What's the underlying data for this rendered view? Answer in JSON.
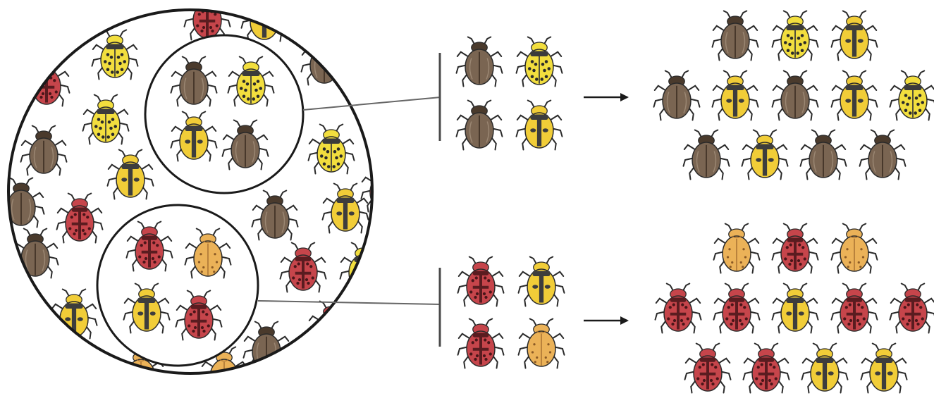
{
  "colors": {
    "brown": {
      "body": "#7a6552",
      "dark": "#3c2e22",
      "spot": "#3c2e22",
      "head": "#4a3a2c"
    },
    "yellow_black": {
      "body": "#f2de3e",
      "dark": "#3b3b3b",
      "spot": "#2a2a2a",
      "head": "#f2de3e"
    },
    "yellow_stripe": {
      "body": "#f1cd38",
      "dark": "#3d3d3d",
      "spot": "#3d3d3d",
      "head": "#f1cd38"
    },
    "red": {
      "body": "#c6454b",
      "dark": "#5a1c20",
      "spot": "#4a1519",
      "head": "#c6454b"
    },
    "orange": {
      "body": "#ebb258",
      "dark": "#a87333",
      "spot": "#8a5a25",
      "head": "#ebb258"
    },
    "line": "#1a1a1a",
    "connector": "#666666"
  },
  "icons": {
    "beetle": "beetle-icon",
    "arrow": "arrow-right-icon"
  },
  "population": {
    "beetles": [
      "yellow_black",
      "red",
      "yellow_stripe",
      "brown",
      "red",
      "yellow_black",
      "brown",
      "yellow_stripe",
      "yellow_black",
      "brown",
      "red",
      "brown",
      "yellow_stripe",
      "red",
      "brown",
      "red",
      "yellow_black",
      "yellow_stripe",
      "red",
      "orange",
      "brown",
      "orange",
      "yellow_stripe"
    ]
  },
  "groups": [
    {
      "id": "upper",
      "subset": [
        "brown",
        "yellow_black",
        "yellow_stripe",
        "brown"
      ],
      "sample": [
        "brown",
        "yellow_black",
        "brown",
        "yellow_stripe"
      ],
      "offspring": [
        [
          "brown",
          "yellow_black",
          "yellow_stripe"
        ],
        [
          "brown",
          "yellow_stripe",
          "brown",
          "yellow_stripe",
          "yellow_black"
        ],
        [
          "brown",
          "yellow_stripe",
          "brown",
          "brown"
        ]
      ]
    },
    {
      "id": "lower",
      "subset": [
        "red",
        "orange",
        "yellow_stripe",
        "red"
      ],
      "sample": [
        "red",
        "yellow_stripe",
        "red",
        "orange"
      ],
      "offspring": [
        [
          "orange",
          "red",
          "orange"
        ],
        [
          "red",
          "red",
          "yellow_stripe",
          "red",
          "red"
        ],
        [
          "red",
          "red",
          "yellow_stripe",
          "yellow_stripe"
        ]
      ]
    }
  ]
}
